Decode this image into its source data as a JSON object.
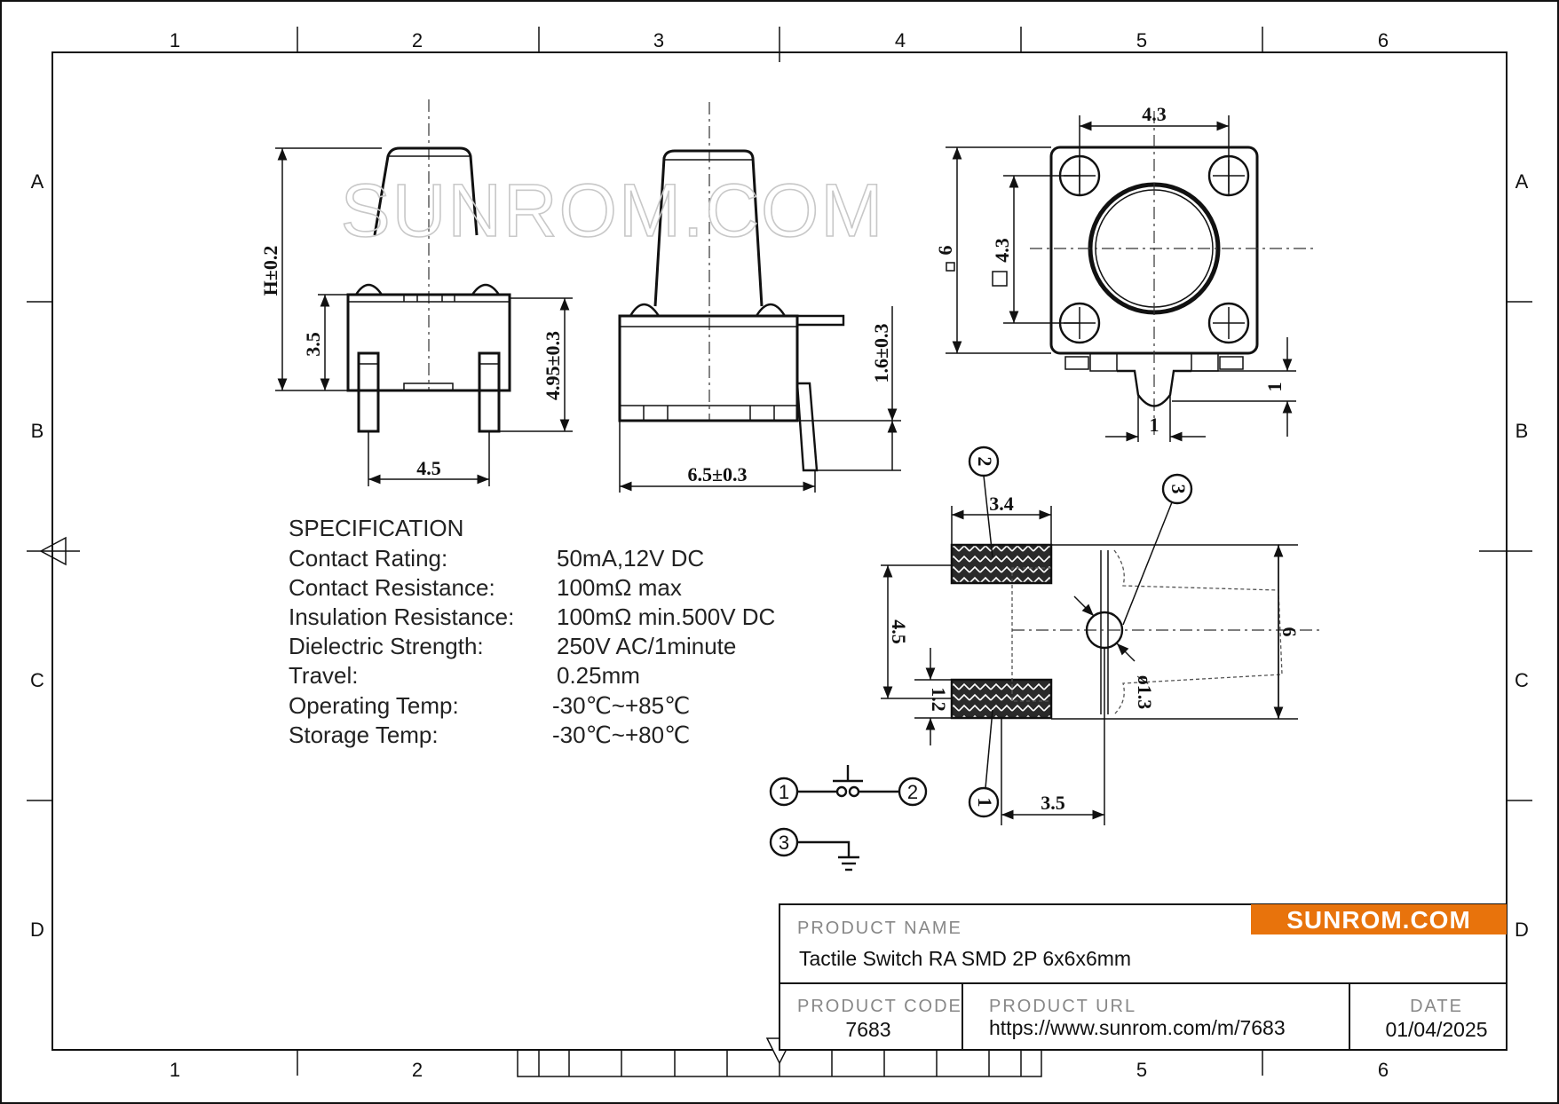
{
  "zones": {
    "columns": [
      "1",
      "2",
      "3",
      "4",
      "5",
      "6"
    ],
    "rows": [
      "A",
      "B",
      "C",
      "D"
    ]
  },
  "watermark": "SUNROM.COM",
  "dimensions": {
    "side_height": "H±0.2",
    "side_body": "3.5",
    "side_total": "4.95±0.3",
    "side_pitch": "4.5",
    "front_lead": "1.6±0.3",
    "front_width": "6.5±0.3",
    "top_width": "4.3",
    "top_height": "6",
    "top_pitch": "4.3",
    "top_tab_h": "1",
    "top_tab_w": "1",
    "pad_len": "3.4",
    "pad_pitch": "4.5",
    "pad_width": "1.2",
    "pad_offset": "3.5",
    "body_size": "6",
    "hole": "ø1.3",
    "callout1": "1",
    "callout2": "2",
    "callout3": "3"
  },
  "specification": {
    "title": "SPECIFICATION",
    "rows": [
      {
        "label": "Contact  Rating:",
        "value": "50mA,12V DC"
      },
      {
        "label": "Contact  Resistance:",
        "value": "100mΩ max"
      },
      {
        "label": "Insulation Resistance:",
        "value": "100mΩ min.500V DC"
      },
      {
        "label": "Dielectric  Strength:",
        "value": "250V AC/1minute"
      },
      {
        "label": "Travel:",
        "value": "0.25mm"
      },
      {
        "label": "Operating Temp:",
        "value": "-30℃~+85℃"
      },
      {
        "label": "Storage Temp:",
        "value": "-30℃~+80℃"
      }
    ]
  },
  "schematic": {
    "pin1": "1",
    "pin2": "2",
    "pin3": "3"
  },
  "title_block": {
    "logo": "SUNROM.COM",
    "product_name_label": "PRODUCT NAME",
    "product_name": "Tactile Switch RA SMD 2P 6x6x6mm",
    "product_code_label": "PRODUCT CODE",
    "product_code": "7683",
    "product_url_label": "PRODUCT URL",
    "product_url": "https://www.sunrom.com/m/7683",
    "date_label": "DATE",
    "date": "01/04/2025"
  },
  "colors": {
    "logo_bg": "#e8730c",
    "logo_text": "#ffffff",
    "line": "#111111",
    "label_gray": "#888888"
  }
}
